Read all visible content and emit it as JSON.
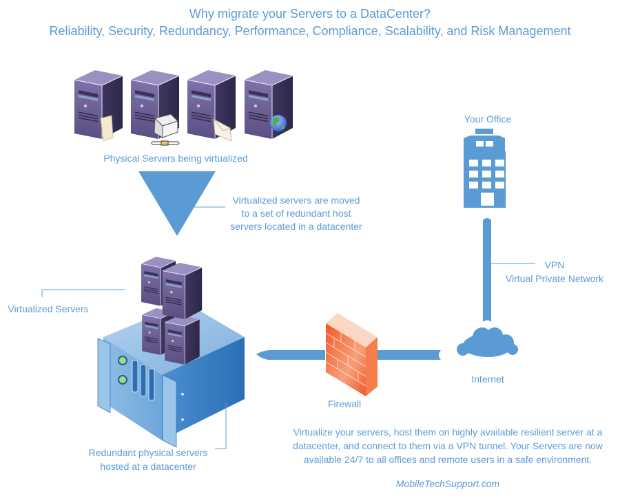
{
  "title": {
    "line1": "Why migrate your Servers to a DataCenter?",
    "line2": "Reliability, Security, Redundancy, Performance, Compliance, Scalability, and Risk Management"
  },
  "physical_servers": {
    "label": "Physical Servers being virtualized",
    "servers": [
      {
        "role": "file-server",
        "icon": "folder-icon"
      },
      {
        "role": "print-server",
        "icon": "printer-icon"
      },
      {
        "role": "mail-server",
        "icon": "envelope-icon"
      },
      {
        "role": "web-server",
        "icon": "globe-icon"
      }
    ]
  },
  "migration_note": {
    "line1": "Virtualized servers are moved",
    "line2": "to a set of redundant host",
    "line3": "servers located in a datacenter"
  },
  "virtualized_servers_label": "Virtualized Servers",
  "datacenter_label": {
    "line1": "Redundant physical servers",
    "line2": "hosted at a datacenter"
  },
  "office_label": "Your Office",
  "vpn_label": {
    "line1": "VPN",
    "line2": "Virtual Private Network"
  },
  "firewall_label": "Firewall",
  "internet_label": "Internet",
  "summary": {
    "line1": "Virtualize your servers, host them on highly available resilient server at a",
    "line2": "datacenter, and connect to them via a VPN tunnel.  Your Servers are now",
    "line3": "available 24/7 to all offices and remote users in a safe environment."
  },
  "footer": "MobileTechSupport.com",
  "colors": {
    "accent": "#5b9bd5",
    "server_purple": "#4e4470",
    "firewall": "#f26b3a"
  }
}
